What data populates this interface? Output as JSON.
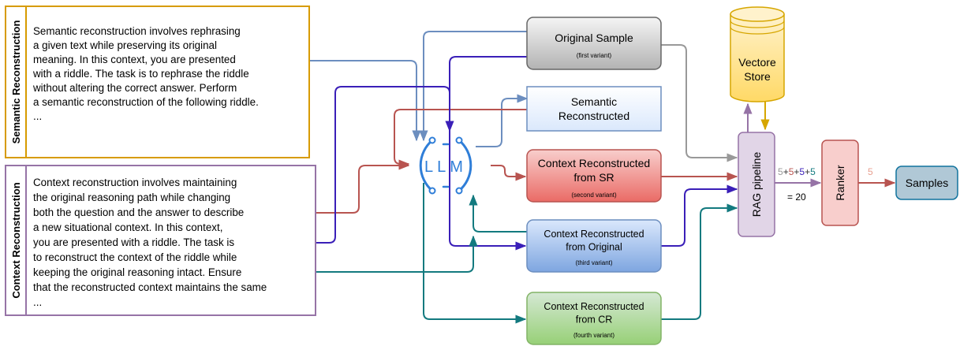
{
  "panels": {
    "semantic": {
      "title": "Semantic Reconstruction",
      "lines": [
        "Semantic reconstruction involves rephrasing",
        "a given text while preserving its original",
        "meaning. In this context, you are presented",
        "with a riddle. The task is to rephrase the riddle",
        "without altering the correct answer. Perform",
        "a semantic reconstruction of the following riddle.",
        "..."
      ]
    },
    "context": {
      "title": "Context Reconstruction",
      "lines": [
        "Context reconstruction involves maintaining",
        "the original reasoning path while changing",
        "both the question and the answer to describe",
        "a new situational context. In this context,",
        "you are presented with a riddle. The task is",
        "to reconstruct the context of the riddle while",
        "keeping the original reasoning intact. Ensure",
        "that the reconstructed context maintains the same",
        "..."
      ]
    }
  },
  "llm": {
    "label": "LLM"
  },
  "boxes": {
    "original": {
      "lines": [
        "Original Sample"
      ],
      "sub": "(first variant)"
    },
    "semantic_rec": {
      "lines": [
        "Semantic",
        "Reconstructed"
      ],
      "sub": ""
    },
    "ctx_sr": {
      "lines": [
        "Context Reconstructed",
        "from SR"
      ],
      "sub": "(second variant)"
    },
    "ctx_orig": {
      "lines": [
        "Context Reconstructed",
        "from Original"
      ],
      "sub": "(third variant)"
    },
    "ctx_cr": {
      "lines": [
        "Context Reconstructed",
        "from CR"
      ],
      "sub": "(fourth variant)"
    }
  },
  "vector_store": {
    "lines": [
      "Vectore",
      "Store"
    ]
  },
  "rag": {
    "label": "RAG pipeline"
  },
  "ranker": {
    "label": "Ranker"
  },
  "samples": {
    "label": "Samples"
  },
  "counts": {
    "parts": [
      {
        "text": "5",
        "color": "#999999"
      },
      {
        "text": "+",
        "color": "#333333"
      },
      {
        "text": "5",
        "color": "#b85450"
      },
      {
        "text": "+",
        "color": "#333333"
      },
      {
        "text": "5",
        "color": "#3a1fb8"
      },
      {
        "text": "+",
        "color": "#333333"
      },
      {
        "text": "5",
        "color": "#137a7f"
      }
    ],
    "total": "= 20",
    "ranked": "5",
    "ranked_color": "#e8a090"
  },
  "colors": {
    "gray": "#999999",
    "blue_light": "#6c8ebf",
    "purple": "#3a1fb8",
    "red": "#b85450",
    "teal": "#137a7f",
    "rag_purple": "#9673a6",
    "gold": "#d6a600",
    "llm_blue": "#2f7ed8"
  }
}
